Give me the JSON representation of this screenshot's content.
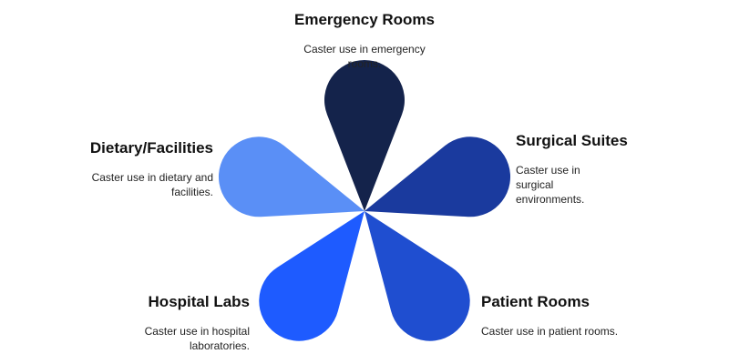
{
  "diagram": {
    "petals": [
      {
        "id": "emergency",
        "color": "#14234b"
      },
      {
        "id": "surgical",
        "color": "#1a3a9e"
      },
      {
        "id": "patient",
        "color": "#1f4ed0"
      },
      {
        "id": "labs",
        "color": "#1e5bff"
      },
      {
        "id": "dietary",
        "color": "#5a8ff6"
      }
    ],
    "items": {
      "emergency": {
        "title": "Emergency Rooms",
        "description": "Caster use in emergency rooms."
      },
      "surgical": {
        "title": "Surgical Suites",
        "description": "Caster use in surgical environments."
      },
      "patient": {
        "title": "Patient Rooms",
        "description": "Caster use in patient rooms."
      },
      "labs": {
        "title": "Hospital Labs",
        "description": "Caster use in hospital laboratories."
      },
      "dietary": {
        "title": "Dietary/Facilities",
        "description": "Caster use in dietary and facilities."
      }
    }
  }
}
